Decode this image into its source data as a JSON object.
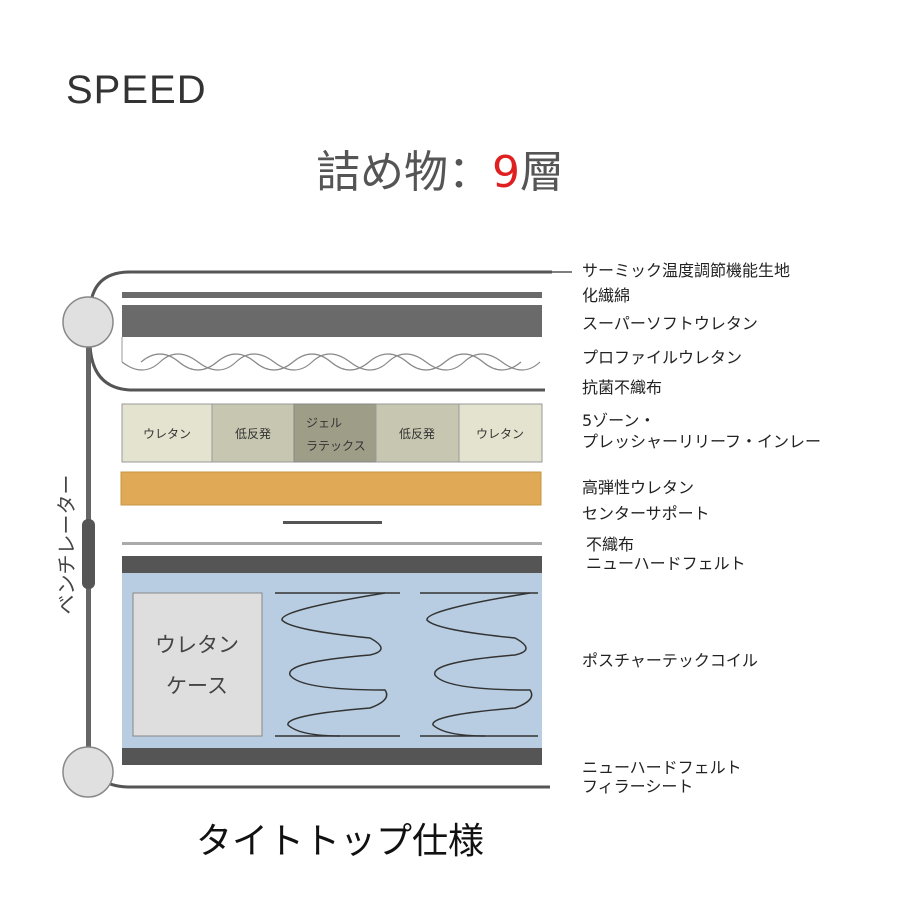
{
  "brand": "SPEED",
  "title": {
    "prefix": "詰め物：",
    "number": "9",
    "suffix": "層"
  },
  "footer": "タイトトップ仕様",
  "side_label": "ベンチレーター",
  "zones": [
    "ウレタン",
    "低反発",
    "ジェル",
    "ラテックス",
    "低反発",
    "ウレタン"
  ],
  "case_label": [
    "ウレタン",
    "ケース"
  ],
  "layers": [
    "サーミック温度調節機能生地",
    "化繊綿",
    "スーパーソフトウレタン",
    "プロファイルウレタン",
    "抗菌不織布",
    "5ゾーン・",
    "プレッシャーリリーフ・インレー",
    "高弾性ウレタン",
    "センターサポート",
    "不織布",
    "ニューハードフェルト",
    "ポスチャーテックコイル",
    "ニューハードフェルト",
    "フィラーシート"
  ],
  "colors": {
    "dark": "#6b6a6b",
    "orange": "#dfa955",
    "blue": "#b8cde2",
    "accent": "#e02020"
  }
}
